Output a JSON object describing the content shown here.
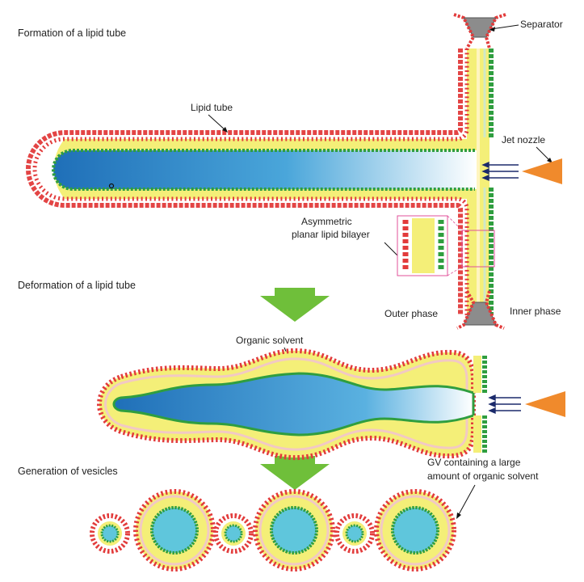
{
  "sections": {
    "formation": "Formation of a lipid tube",
    "deformation": "Deformation of a lipid tube",
    "generation": "Generation of vesicles"
  },
  "labels": {
    "separator": "Separator",
    "lipid_tube": "Lipid tube",
    "jet_nozzle": "Jet nozzle",
    "asymmetric_line1": "Asymmetric",
    "asymmetric_line2": "planar lipid bilayer",
    "outer_phase": "Outer phase",
    "inner_phase": "Inner phase",
    "organic_solvent": "Organic solvent",
    "gv_line1": "GV containing a large",
    "gv_line2": "amount of organic solvent"
  },
  "colors": {
    "outer_leaflet_head": "#e23b3b",
    "inner_leaflet_head": "#2f9e3f",
    "lipid_tail_core": "#f4ef78",
    "lumen_blue": "#1f7cc4",
    "organic_solvent": "#5fc6dc",
    "nozzle": "#f08a2c",
    "arrow_down": "#6fbf3a",
    "separator": "#8c8c8c",
    "callout_box": "#e0509a"
  },
  "icons": {
    "jet_nozzle": "nozzle-cone-icon",
    "flow_arrows": "triple-arrow-icon",
    "process_arrow": "down-arrow-icon",
    "separator": "trapezoid-separator-icon"
  }
}
